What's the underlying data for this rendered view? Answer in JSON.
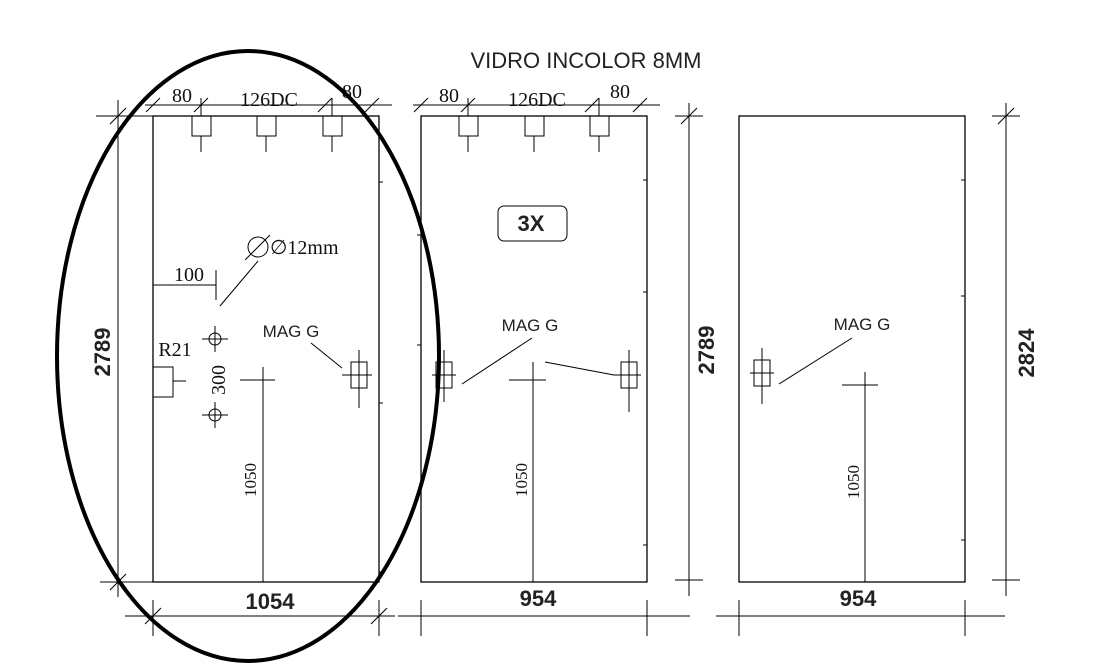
{
  "title": "VIDRO INCOLOR 8MM",
  "panels": [
    {
      "height_label": "2789",
      "width_label": "1054",
      "top_left": "80",
      "top_center": "126DC",
      "top_right": "80",
      "hole_label": "∅12mm",
      "edge_offset": "100",
      "notch_label": "R21",
      "hole_spacing": "300",
      "handle_height": "1050",
      "mag_label": "MAG G"
    },
    {
      "width_label": "954",
      "top_left": "80",
      "top_center": "126DC",
      "top_right": "80",
      "quantity": "3X",
      "handle_height": "1050",
      "mag_label": "MAG G"
    },
    {
      "left_height_label": "2789",
      "right_height_label": "2824",
      "width_label": "954",
      "handle_height": "1050",
      "mag_label": "MAG G"
    }
  ],
  "highlight": "ellipse around first panel"
}
